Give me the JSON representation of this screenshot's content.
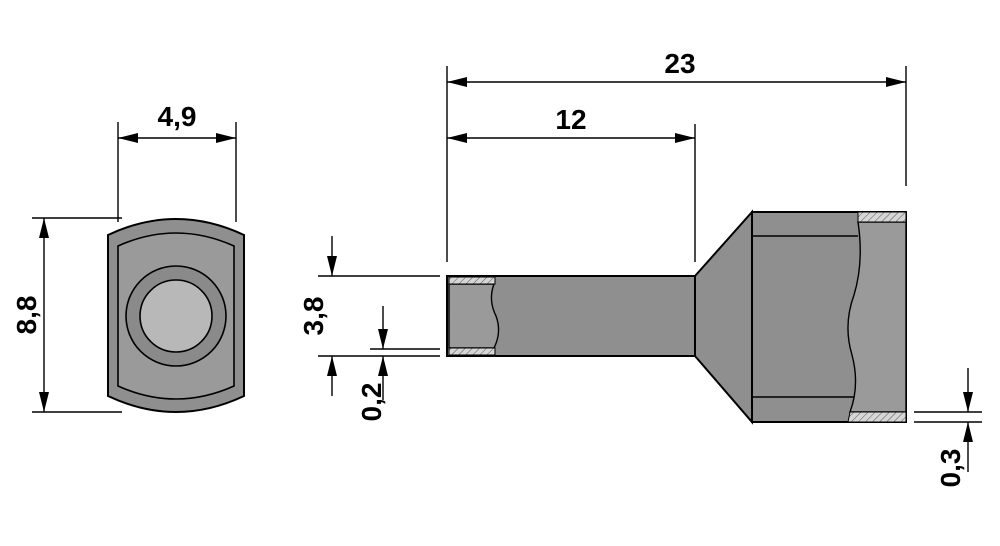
{
  "drawing": {
    "dimensions": {
      "front_width": "4,9",
      "front_height": "8,8",
      "total_length": "23",
      "tube_length": "12",
      "tube_diameter": "3,8",
      "tube_wall": "0,2",
      "sleeve_wall": "0,3"
    },
    "colors": {
      "line": "#000000",
      "fill": "#8f8f8f",
      "fill_light": "#9a9a9a",
      "fill_inner": "#b8b8b8",
      "hatch_fill": "#cfcfcf",
      "background": "#ffffff"
    }
  }
}
